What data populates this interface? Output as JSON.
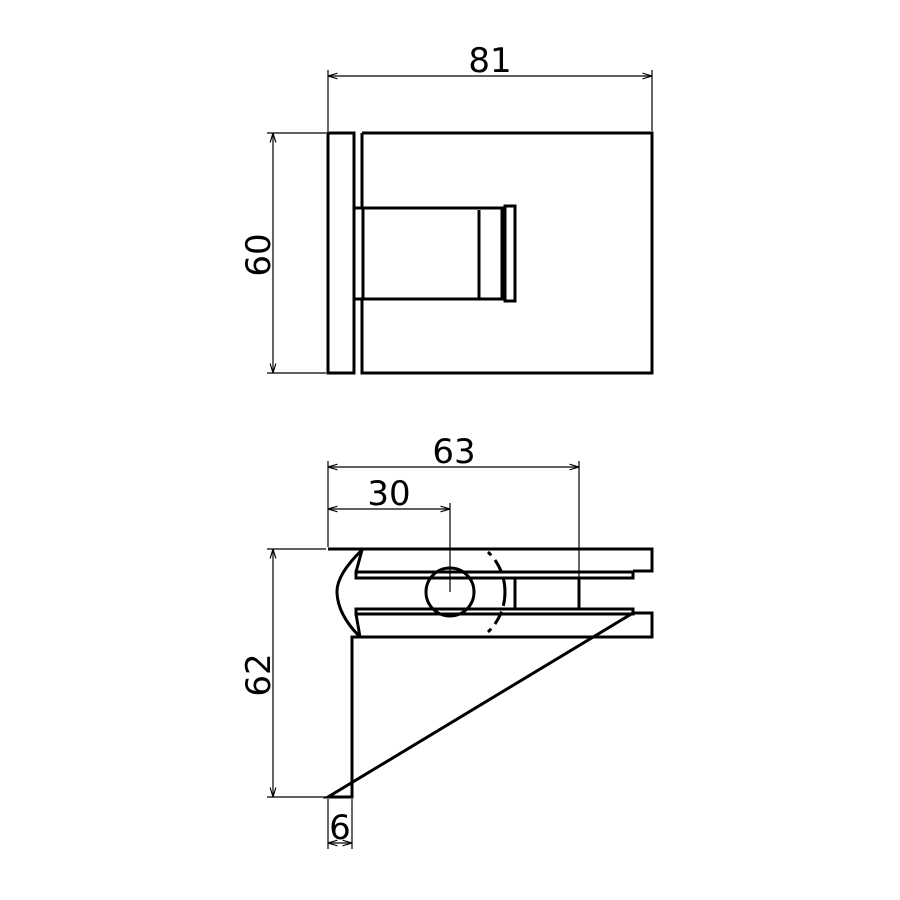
{
  "dimensions": {
    "top_width": "81",
    "top_height": "60",
    "bottom_width": "63",
    "bottom_center": "30",
    "bottom_height": "62",
    "plate_thickness": "6"
  },
  "colors": {
    "line": "#000000",
    "background": "#ffffff"
  }
}
